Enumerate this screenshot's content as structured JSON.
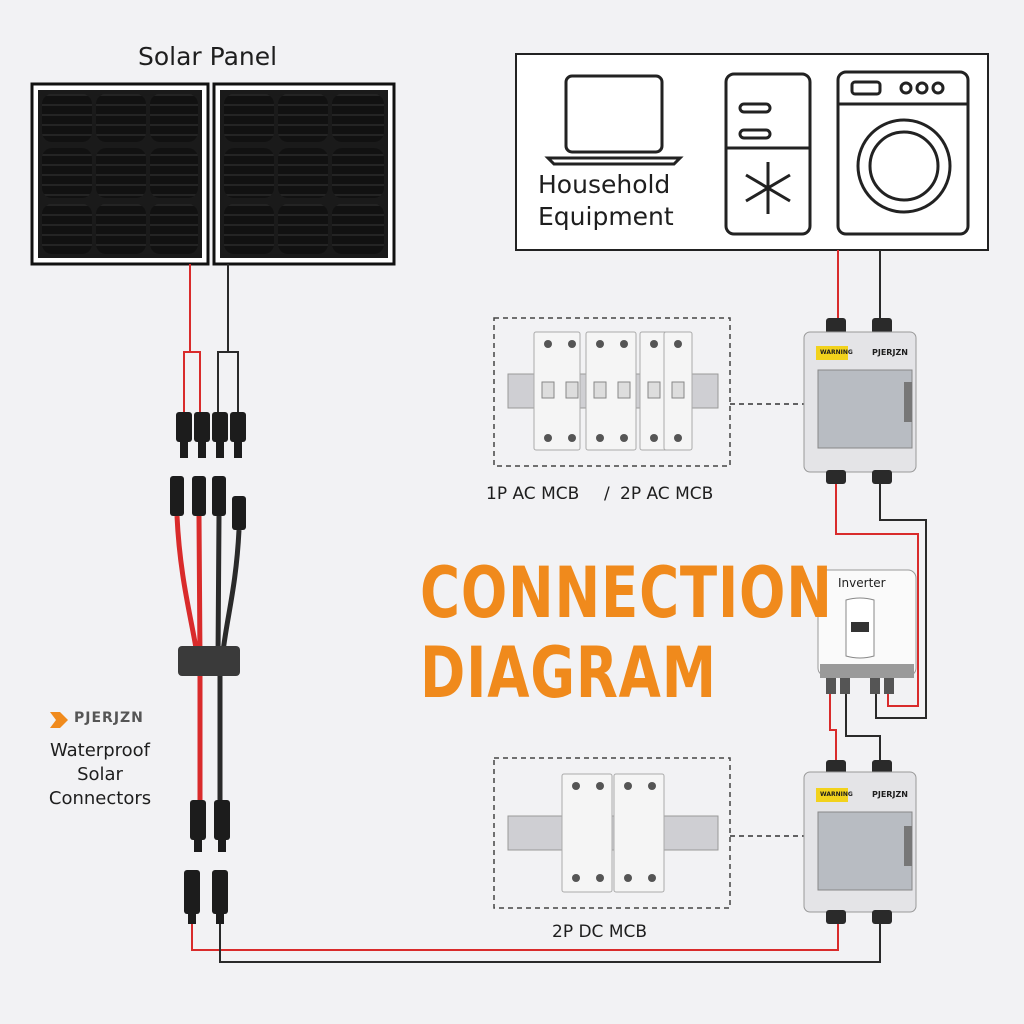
{
  "title": {
    "line1": "CONNECTION",
    "line2": "DIAGRAM"
  },
  "solar_panel": {
    "label": "Solar Panel"
  },
  "household": {
    "line1": "Household",
    "line2": "Equipment"
  },
  "ac_mcb": {
    "label_1p": "1P AC MCB",
    "separator": "/",
    "label_2p": "2P AC MCB"
  },
  "dc_mcb": {
    "label": "2P DC MCB"
  },
  "inverter": {
    "label": "Inverter"
  },
  "brand": {
    "name": "PJERJZN"
  },
  "connectors": {
    "line1": "Waterproof",
    "line2": "Solar",
    "line3": "Connectors"
  },
  "box": {
    "warning": "WARNING",
    "brand": "PJERJZN"
  },
  "colors": {
    "accent": "#f08a1c",
    "red_wire": "#d92b2b",
    "black_wire": "#2a2a2a"
  }
}
